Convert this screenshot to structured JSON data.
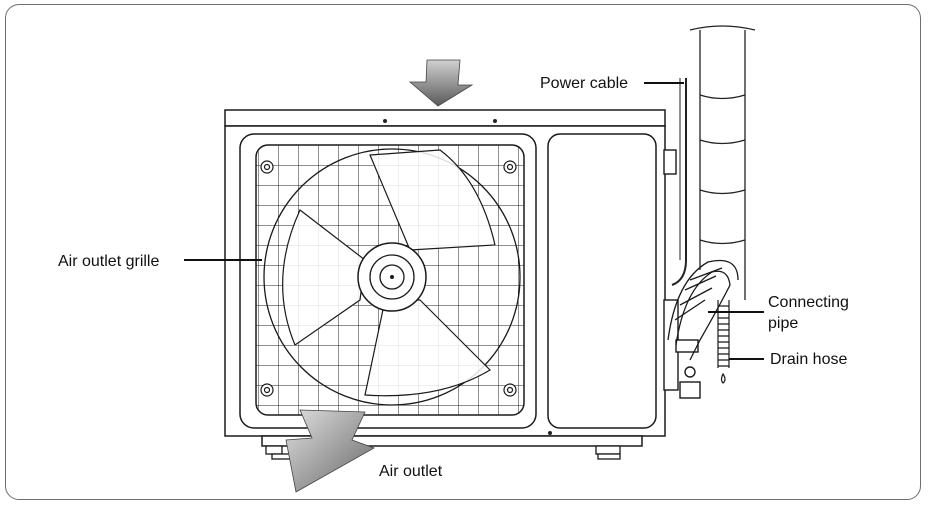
{
  "labels": {
    "power_cable": "Power cable",
    "air_outlet_grille": "Air outlet grille",
    "connecting_pipe_line1": "Connecting",
    "connecting_pipe_line2": "pipe",
    "drain_hose": "Drain hose",
    "air_outlet": "Air outlet"
  }
}
